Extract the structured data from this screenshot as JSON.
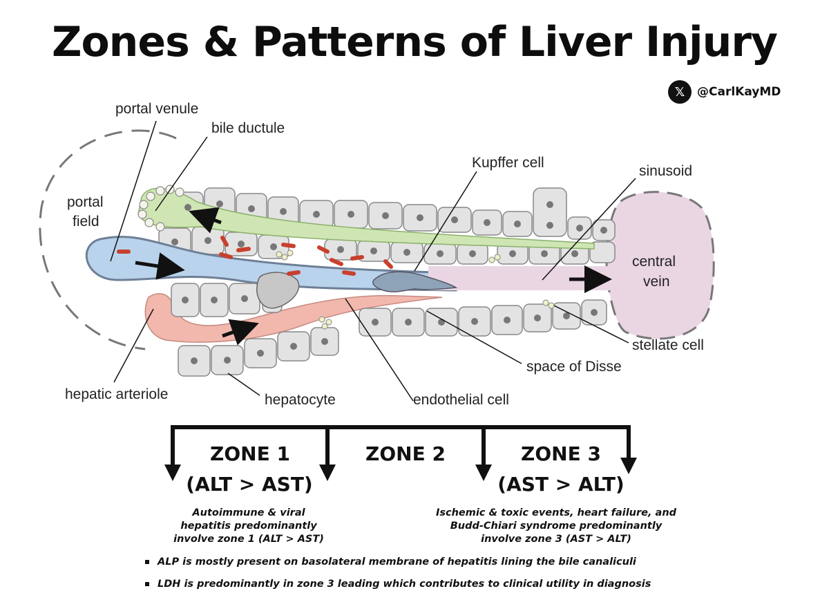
{
  "title": "Zones & Patterns of Liver Injury",
  "handle": "@CarlKayMD",
  "handle_icon": "x-logo-icon",
  "labels": {
    "portal_venule": "portal venule",
    "bile_ductule": "bile ductule",
    "portal_field_1": "portal",
    "portal_field_2": "field",
    "kupffer_cell": "Kupffer cell",
    "sinusoid": "sinusoid",
    "central_vein_1": "central",
    "central_vein_2": "vein",
    "stellate_cell": "stellate cell",
    "space_of_disse": "space of Disse",
    "hepatic_arteriole": "hepatic arteriole",
    "hepatocyte": "hepatocyte",
    "endothelial_cell": "endothelial cell"
  },
  "zones": [
    {
      "name": "ZONE 1",
      "ratio": "(ALT > AST)",
      "note": [
        "Autoimmune & viral",
        "hepatitis predominantly",
        "involve zone 1 (ALT > AST)"
      ]
    },
    {
      "name": "ZONE 2",
      "ratio": "",
      "note": []
    },
    {
      "name": "ZONE 3",
      "ratio": "(AST > ALT)",
      "note": [
        "Ischemic & toxic events, heart failure, and",
        "Budd-Chiari syndrome predominantly",
        "involve zone 3 (AST > ALT)"
      ]
    }
  ],
  "bullets": [
    "ALP is mostly present on basolateral membrane of hepatitis lining the bile canaliculi",
    "LDH is predominantly in zone 3 leading which contributes to clinical utility in diagnosis"
  ],
  "colors": {
    "portal_blue": "#b9d3ec",
    "bile_green": "#cfe6b4",
    "artery_pink": "#f2b8ad",
    "central_vein_pink": "#ead6e3",
    "hepatocyte_gray": "#e3e3e3",
    "rbc_red": "#c8402e"
  }
}
